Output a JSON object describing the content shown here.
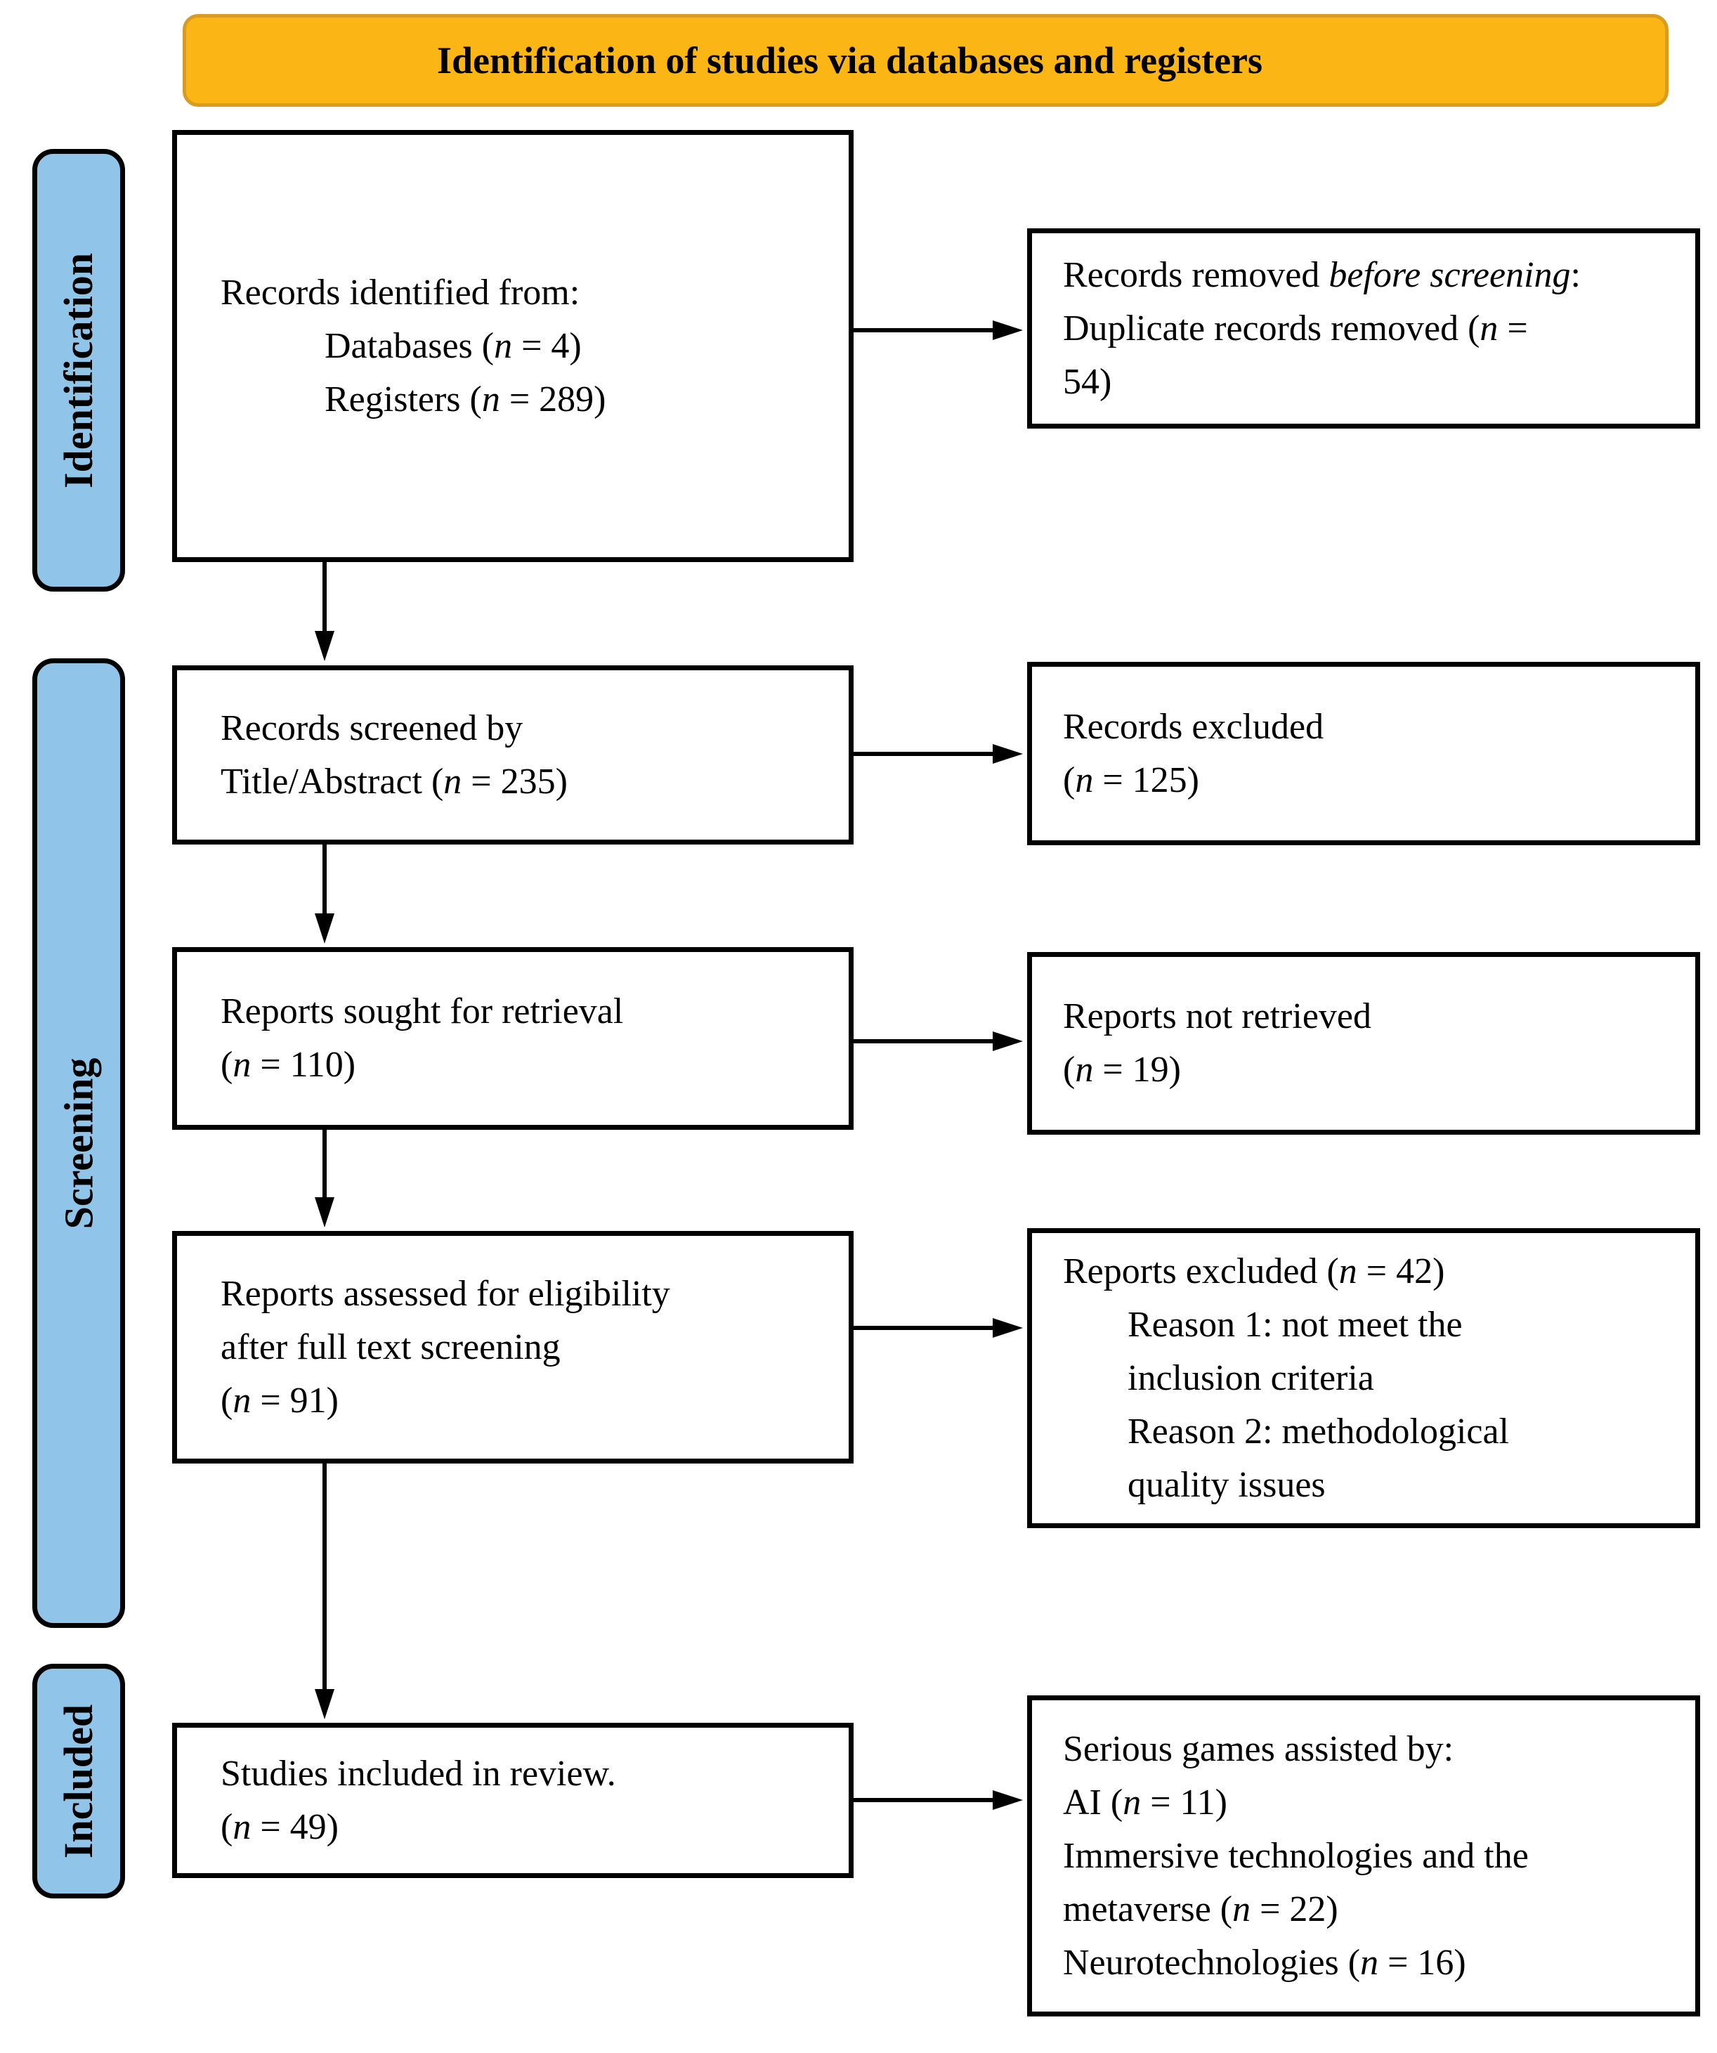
{
  "banner": {
    "label": "Identification of studies via databases and registers"
  },
  "stages": {
    "identification": {
      "label": "Identification"
    },
    "screening": {
      "label": "Screening"
    },
    "included": {
      "label": "Included"
    }
  },
  "boxes": {
    "left": {
      "records_identified": {
        "lines": [
          {
            "text": "Records identified from:",
            "indent": 0
          },
          {
            "text": "Databases (*n* = 4)",
            "indent": 1
          },
          {
            "text": "Registers (*n* = 289)",
            "indent": 1
          }
        ]
      },
      "records_screened": {
        "lines": [
          {
            "text": "Records screened by",
            "indent": 0
          },
          {
            "text": "Title/Abstract (*n* = 235)",
            "indent": 0
          }
        ]
      },
      "reports_sought": {
        "lines": [
          {
            "text": "Reports sought for retrieval",
            "indent": 0
          },
          {
            "text": "(*n* = 110)",
            "indent": 0
          }
        ]
      },
      "reports_assessed": {
        "lines": [
          {
            "text": "Reports assessed for eligibility",
            "indent": 0
          },
          {
            "text": "after full text screening",
            "indent": 0
          },
          {
            "text": "(*n* = 91)",
            "indent": 0
          }
        ]
      },
      "studies_included": {
        "lines": [
          {
            "text": "Studies included in review.",
            "indent": 0
          },
          {
            "text": "(*n* = 49)",
            "indent": 0
          }
        ]
      }
    },
    "right": {
      "records_removed": {
        "lines": [
          {
            "text": "Records removed *before screening*:",
            "indent": 0
          },
          {
            "text": "Duplicate records removed (*n* =",
            "indent": 0
          },
          {
            "text": "54)",
            "indent": 0
          }
        ]
      },
      "records_excluded": {
        "lines": [
          {
            "text": "Records excluded",
            "indent": 0
          },
          {
            "text": "(*n* = 125)",
            "indent": 0
          }
        ]
      },
      "reports_not_retrieved": {
        "lines": [
          {
            "text": "Reports not retrieved",
            "indent": 0
          },
          {
            "text": "(*n* = 19)",
            "indent": 0
          }
        ]
      },
      "reports_excluded": {
        "lines": [
          {
            "text": "Reports excluded (*n* = 42)",
            "indent": 0
          },
          {
            "text": "Reason 1: not meet the",
            "indent": 1
          },
          {
            "text": "inclusion criteria",
            "indent": 1
          },
          {
            "text": "Reason 2: methodological",
            "indent": 1
          },
          {
            "text": "quality issues",
            "indent": 1
          }
        ]
      },
      "serious_games": {
        "lines": [
          {
            "text": "Serious games assisted by:",
            "indent": 0
          },
          {
            "text": "AI (*n* = 11)",
            "indent": 0
          },
          {
            "text": "Immersive technologies and the",
            "indent": 0
          },
          {
            "text": "metaverse (*n* = 22)",
            "indent": 0
          },
          {
            "text": "Neurotechnologies (*n* = 16)",
            "indent": 0
          }
        ]
      }
    }
  },
  "colors": {
    "banner_fill": "#FBB615",
    "banner_border": "#DA9C20",
    "stage_fill": "#90C4E9",
    "box_fill": "#FFFFFF",
    "box_border": "#000000",
    "line_color": "#000000"
  }
}
